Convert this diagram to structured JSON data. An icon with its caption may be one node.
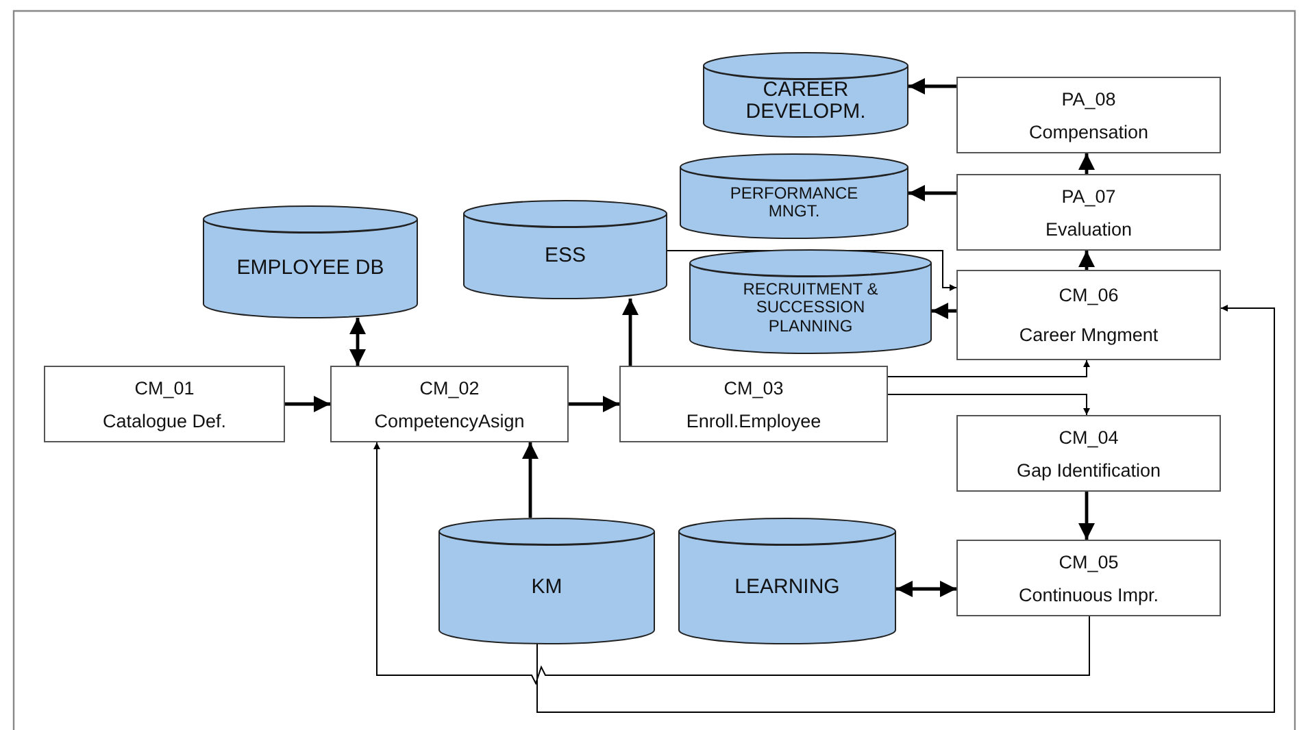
{
  "diagram": {
    "nodes": [
      {
        "text": [
          "CAREER DEVELOPM."
        ]
      },
      {
        "text": [
          "PA_08",
          "Compensation"
        ]
      },
      {
        "text": [
          "PERFORMANCE MNGT."
        ]
      },
      {
        "text": [
          "PA_07",
          "Evaluation"
        ]
      },
      {
        "text": [
          "EMPLOYEE DB"
        ]
      },
      {
        "text": [
          "ESS"
        ]
      },
      {
        "text": [
          "RECRUITMENT & SUCCESSION PLANNING"
        ]
      },
      {
        "text": [
          "CM_06",
          "Career Mngment"
        ]
      },
      {
        "text": [
          "CM_01",
          "Catalogue Def."
        ]
      },
      {
        "text": [
          "CM_02",
          "CompetencyAsign"
        ]
      },
      {
        "text": [
          "CM_03",
          "Enroll.Employee"
        ]
      },
      {
        "text": [
          "CM_04",
          "Gap Identification"
        ]
      },
      {
        "text": [
          "KM"
        ]
      },
      {
        "text": [
          "LEARNING"
        ]
      },
      {
        "text": [
          "CM_05",
          "Continuous Impr."
        ]
      }
    ],
    "edges": [
      {
        "from": 8,
        "to": 9,
        "arrow": "to"
      },
      {
        "from": 4,
        "to": 9,
        "arrow": "both"
      },
      {
        "from": 9,
        "to": 10,
        "arrow": "to"
      },
      {
        "from": 12,
        "to": 9,
        "arrow": "to"
      },
      {
        "from": 14,
        "to": 9,
        "arrow": "to"
      },
      {
        "from": 12,
        "to": 7,
        "arrow": "to"
      },
      {
        "from": 10,
        "to": 5,
        "arrow": "to"
      },
      {
        "from": 5,
        "to": 7,
        "arrow": "to"
      },
      {
        "from": 7,
        "to": 6,
        "arrow": "to"
      },
      {
        "from": 10,
        "to": 7,
        "arrow": "to"
      },
      {
        "from": 10,
        "to": 11,
        "arrow": "to"
      },
      {
        "from": 11,
        "to": 14,
        "arrow": "to"
      },
      {
        "from": 13,
        "to": 14,
        "arrow": "both"
      },
      {
        "from": 7,
        "to": 3,
        "arrow": "to"
      },
      {
        "from": 3,
        "to": 1,
        "arrow": "to"
      },
      {
        "from": 3,
        "to": 2,
        "arrow": "to"
      },
      {
        "from": 1,
        "to": 0,
        "arrow": "to"
      }
    ]
  }
}
